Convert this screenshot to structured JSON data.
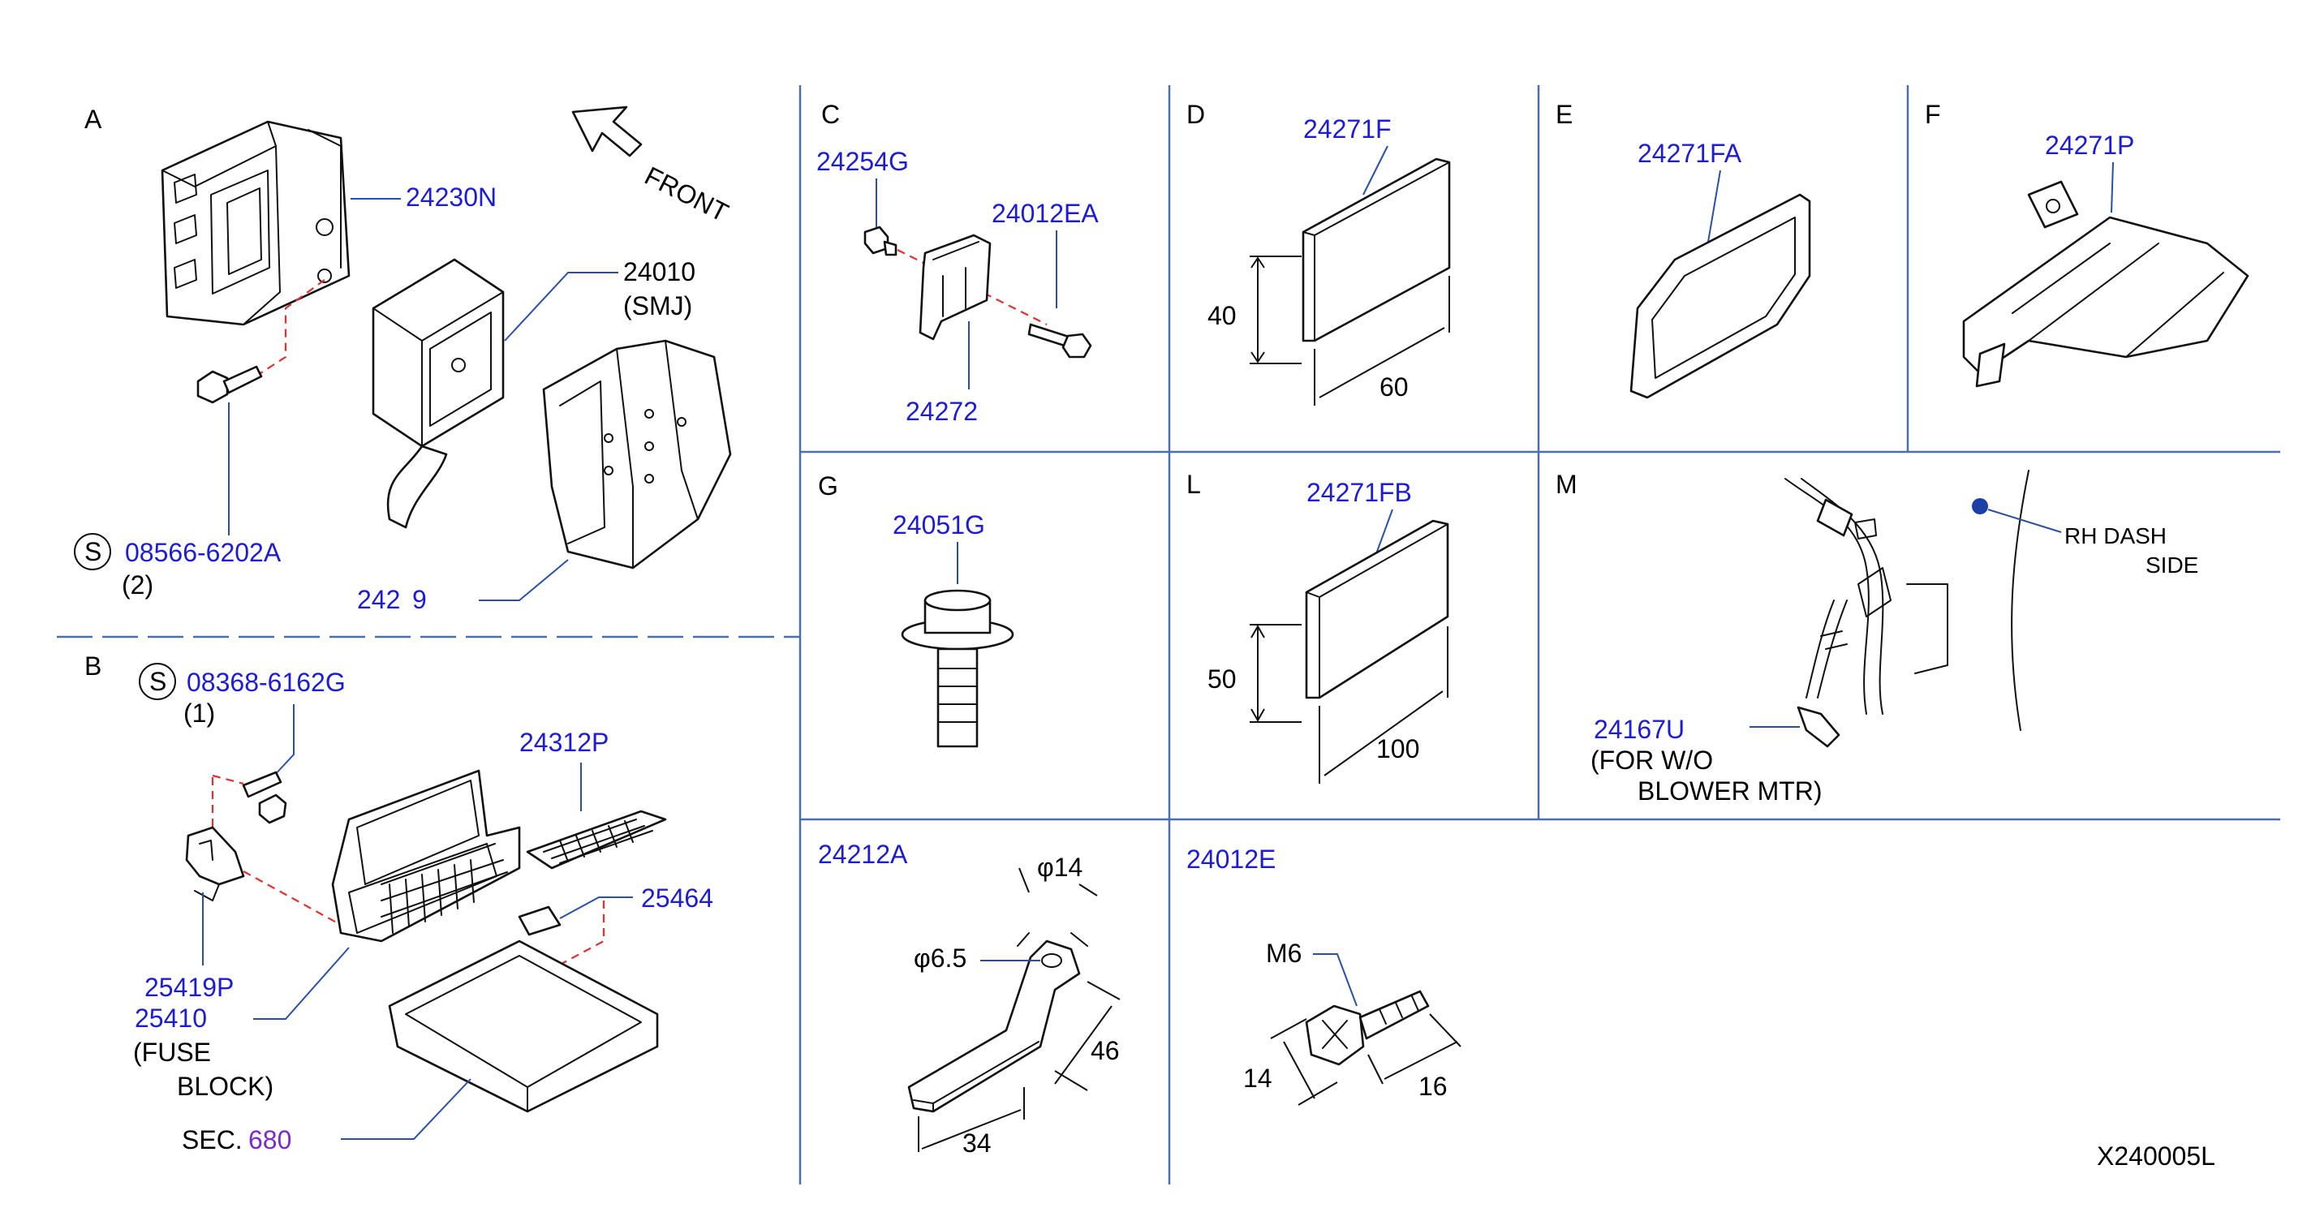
{
  "sections": {
    "A": "A",
    "B": "B",
    "C": "C",
    "D": "D",
    "E": "E",
    "F": "F",
    "G": "G",
    "L": "L",
    "M": "M"
  },
  "front_label": "FRONT",
  "parts": {
    "p24230N": "24230N",
    "p24010": "24010",
    "smj": "(SMJ)",
    "s1_symbol": "S",
    "p08566": "08566-6202A",
    "qty2": "(2)",
    "p242x": "242",
    "p242x_tail": "9",
    "s2_symbol": "S",
    "p08368": "08368-6162G",
    "qty1": "(1)",
    "p24312P": "24312P",
    "p25464": "25464",
    "p25419P": "25419P",
    "p25410": "25410",
    "fuse": "(FUSE",
    "block": "BLOCK)",
    "sec": "SEC.",
    "sec_num": "680",
    "p24254G": "24254G",
    "p24012EA": "24012EA",
    "p24272": "24272",
    "p24271F": "24271F",
    "p24271FA": "24271FA",
    "p24271P": "24271P",
    "p24051G": "24051G",
    "p24271FB": "24271FB",
    "p24167U": "24167U",
    "for_wo": "(FOR  W/O",
    "blower": "BLOWER  MTR)",
    "rh_dash": "RH   DASH",
    "side": "SIDE",
    "p24212A": "24212A",
    "p24012E": "24012E"
  },
  "dimensions": {
    "d_40": "40",
    "d_60": "60",
    "d_50": "50",
    "d_100": "100",
    "phi14": "φ14",
    "phi65": "φ6.5",
    "d_46": "46",
    "d_34": "34",
    "m6": "M6",
    "d_14": "14",
    "d_16": "16"
  },
  "diagram_id": "X240005L",
  "colors": {
    "part_link": "#1c1cd8",
    "grid": "#4a6fb0",
    "dashed_leader": "#e03030",
    "sec_link": "#7a2bc8"
  }
}
